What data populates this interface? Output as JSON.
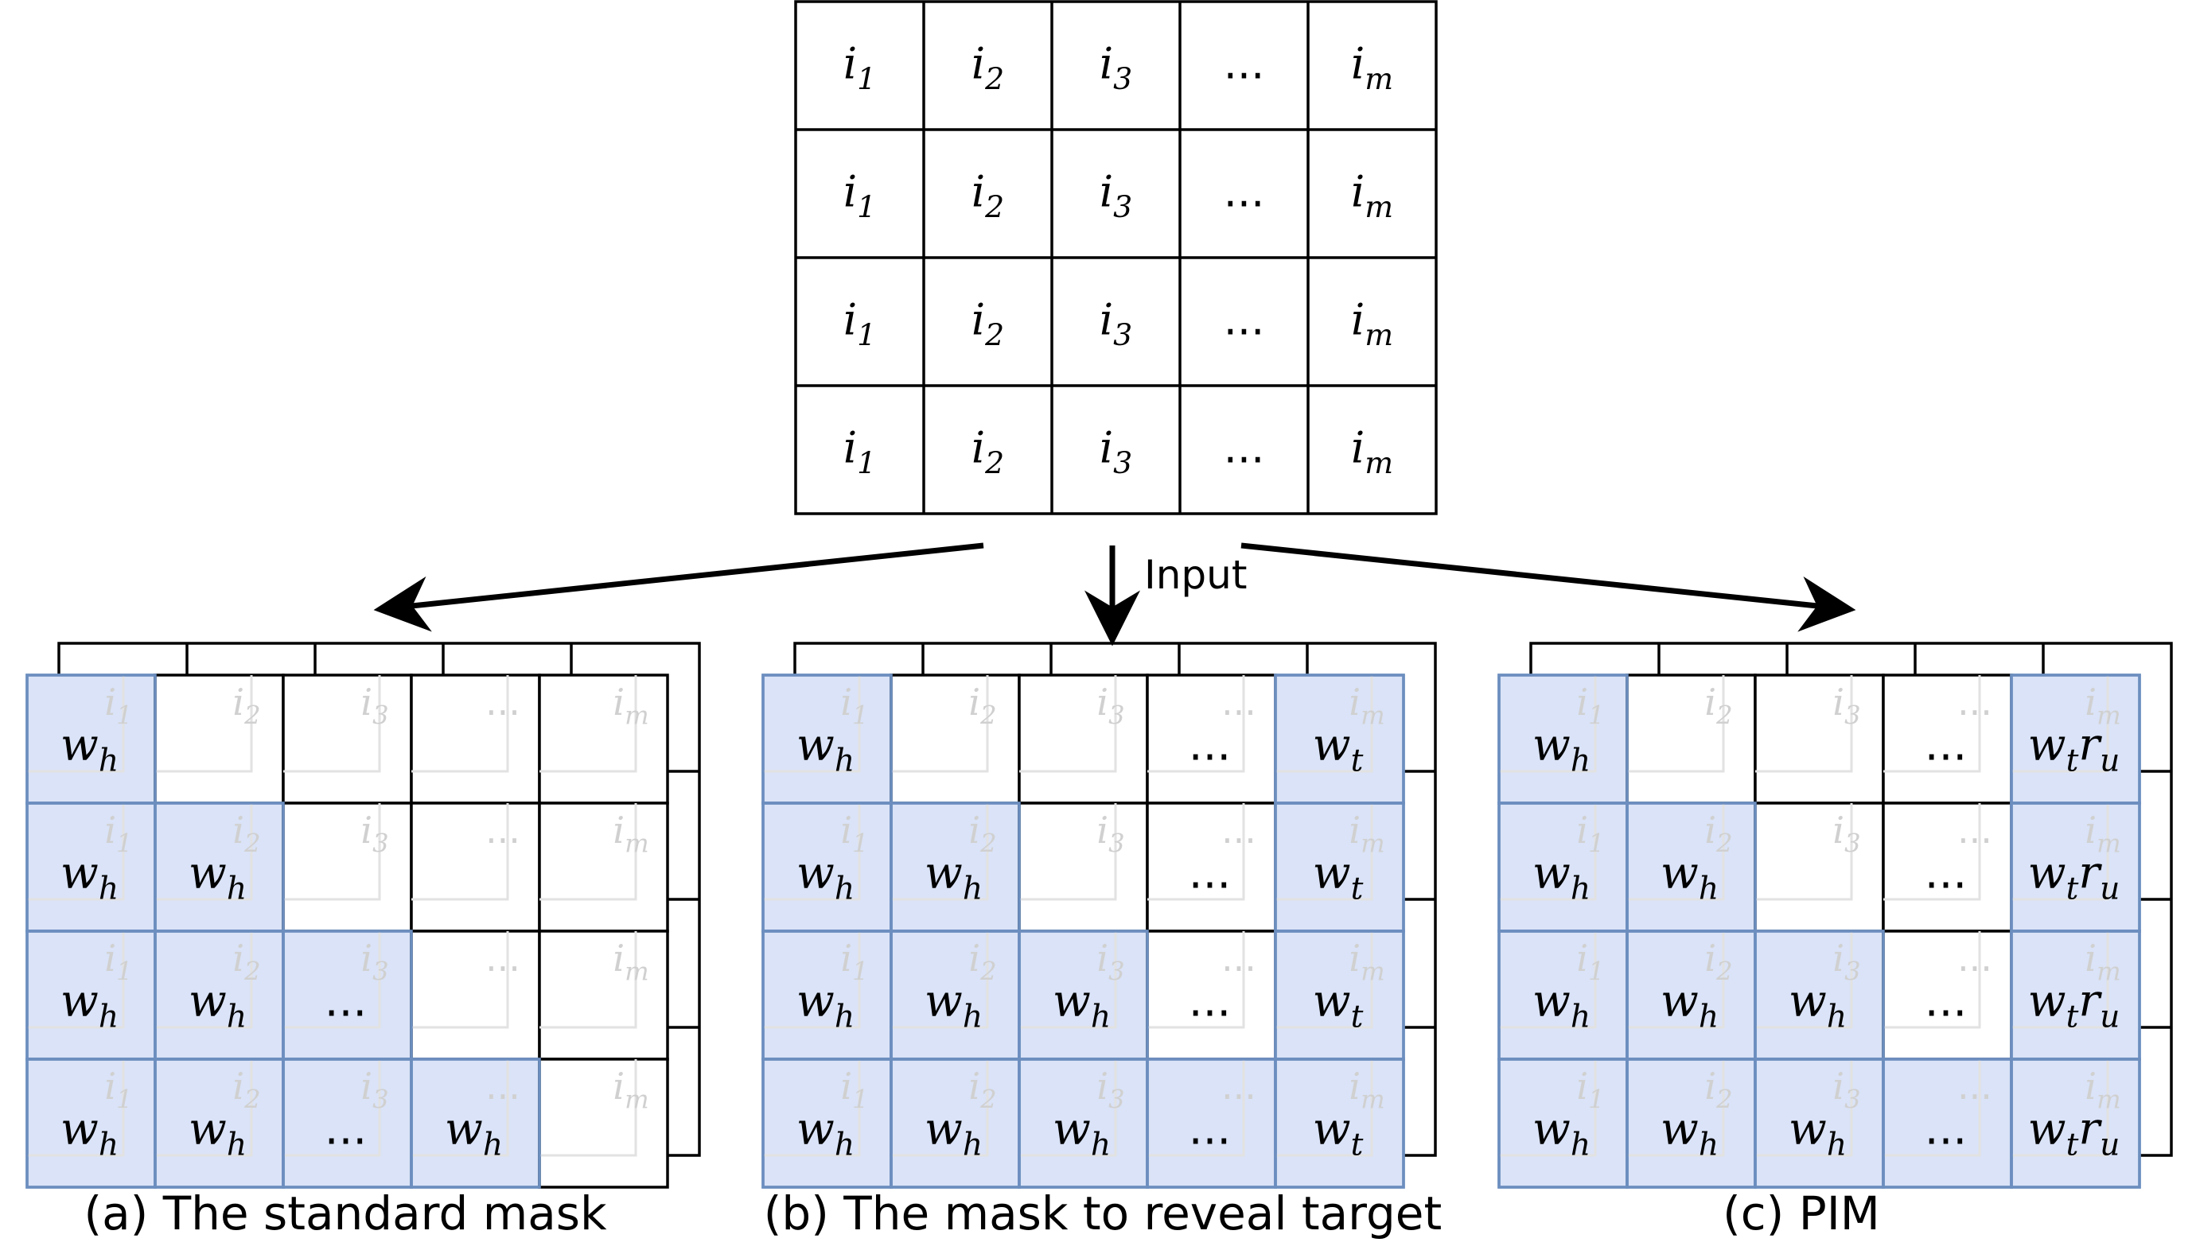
{
  "input_grid": {
    "cols": [
      {
        "base": "i",
        "sub": "1"
      },
      {
        "base": "i",
        "sub": "2"
      },
      {
        "base": "i",
        "sub": "3"
      },
      {
        "base": "...",
        "sub": ""
      },
      {
        "base": "i",
        "sub": "m"
      }
    ],
    "rows": 4
  },
  "input_label": "Input",
  "colors": {
    "mask_fill": "#dae3f7",
    "mask_stroke": "#6c8ebf",
    "line": "#000000",
    "ghost_text": "#d0d0d0"
  },
  "panels": [
    {
      "caption": "(a) The standard mask",
      "cells": [
        [
          {
            "b": "w",
            "s": "h",
            "m": true
          },
          {
            "b": "",
            "s": "",
            "m": false
          },
          {
            "b": "",
            "s": "",
            "m": false
          },
          {
            "b": "",
            "s": "",
            "m": false
          },
          {
            "b": "",
            "s": "",
            "m": false
          }
        ],
        [
          {
            "b": "w",
            "s": "h",
            "m": true
          },
          {
            "b": "w",
            "s": "h",
            "m": true
          },
          {
            "b": "",
            "s": "",
            "m": false
          },
          {
            "b": "",
            "s": "",
            "m": false
          },
          {
            "b": "",
            "s": "",
            "m": false
          }
        ],
        [
          {
            "b": "w",
            "s": "h",
            "m": true
          },
          {
            "b": "w",
            "s": "h",
            "m": true
          },
          {
            "b": "...",
            "s": "",
            "m": true
          },
          {
            "b": "",
            "s": "",
            "m": false
          },
          {
            "b": "",
            "s": "",
            "m": false
          }
        ],
        [
          {
            "b": "w",
            "s": "h",
            "m": true
          },
          {
            "b": "w",
            "s": "h",
            "m": true
          },
          {
            "b": "...",
            "s": "",
            "m": true
          },
          {
            "b": "w",
            "s": "h",
            "m": true
          },
          {
            "b": "",
            "s": "",
            "m": false
          }
        ]
      ]
    },
    {
      "caption": "(b) The mask to reveal target",
      "cells": [
        [
          {
            "b": "w",
            "s": "h",
            "m": true
          },
          {
            "b": "",
            "s": "",
            "m": false
          },
          {
            "b": "",
            "s": "",
            "m": false
          },
          {
            "b": "...",
            "s": "",
            "m": false
          },
          {
            "b": "w",
            "s": "t",
            "m": true
          }
        ],
        [
          {
            "b": "w",
            "s": "h",
            "m": true
          },
          {
            "b": "w",
            "s": "h",
            "m": true
          },
          {
            "b": "",
            "s": "",
            "m": false
          },
          {
            "b": "...",
            "s": "",
            "m": false
          },
          {
            "b": "w",
            "s": "t",
            "m": true
          }
        ],
        [
          {
            "b": "w",
            "s": "h",
            "m": true
          },
          {
            "b": "w",
            "s": "h",
            "m": true
          },
          {
            "b": "w",
            "s": "h",
            "m": true
          },
          {
            "b": "...",
            "s": "",
            "m": false
          },
          {
            "b": "w",
            "s": "t",
            "m": true
          }
        ],
        [
          {
            "b": "w",
            "s": "h",
            "m": true
          },
          {
            "b": "w",
            "s": "h",
            "m": true
          },
          {
            "b": "w",
            "s": "h",
            "m": true
          },
          {
            "b": "...",
            "s": "",
            "m": true
          },
          {
            "b": "w",
            "s": "t",
            "m": true
          }
        ]
      ]
    },
    {
      "caption": "(c) PIM",
      "cells": [
        [
          {
            "b": "w",
            "s": "h",
            "m": true
          },
          {
            "b": "",
            "s": "",
            "m": false
          },
          {
            "b": "",
            "s": "",
            "m": false
          },
          {
            "b": "...",
            "s": "",
            "m": false
          },
          {
            "b": "w",
            "s": "t",
            "b2": "r",
            "s2": "u",
            "m": true
          }
        ],
        [
          {
            "b": "w",
            "s": "h",
            "m": true
          },
          {
            "b": "w",
            "s": "h",
            "m": true
          },
          {
            "b": "",
            "s": "",
            "m": false
          },
          {
            "b": "...",
            "s": "",
            "m": false
          },
          {
            "b": "w",
            "s": "t",
            "b2": "r",
            "s2": "u",
            "m": true
          }
        ],
        [
          {
            "b": "w",
            "s": "h",
            "m": true
          },
          {
            "b": "w",
            "s": "h",
            "m": true
          },
          {
            "b": "w",
            "s": "h",
            "m": true
          },
          {
            "b": "...",
            "s": "",
            "m": false
          },
          {
            "b": "w",
            "s": "t",
            "b2": "r",
            "s2": "u",
            "m": true
          }
        ],
        [
          {
            "b": "w",
            "s": "h",
            "m": true
          },
          {
            "b": "w",
            "s": "h",
            "m": true
          },
          {
            "b": "w",
            "s": "h",
            "m": true
          },
          {
            "b": "...",
            "s": "",
            "m": true
          },
          {
            "b": "w",
            "s": "t",
            "b2": "r",
            "s2": "u",
            "m": true
          }
        ]
      ]
    }
  ]
}
